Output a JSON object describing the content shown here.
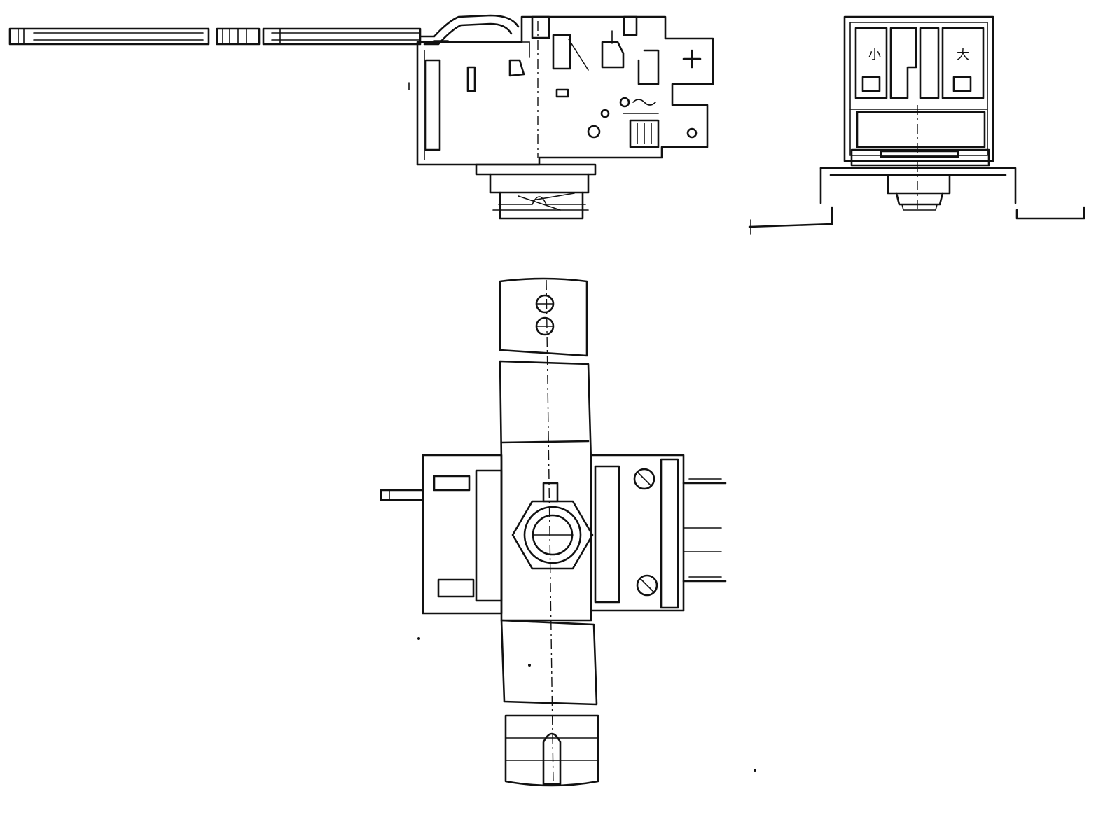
{
  "drawing": {
    "views": [
      "side-view",
      "end-view",
      "top-view"
    ],
    "markings": {
      "knob_left": "小",
      "knob_right": "大",
      "knob_tick": "+"
    }
  },
  "colors": {
    "ink": "#111111",
    "paper": "#ffffff"
  }
}
